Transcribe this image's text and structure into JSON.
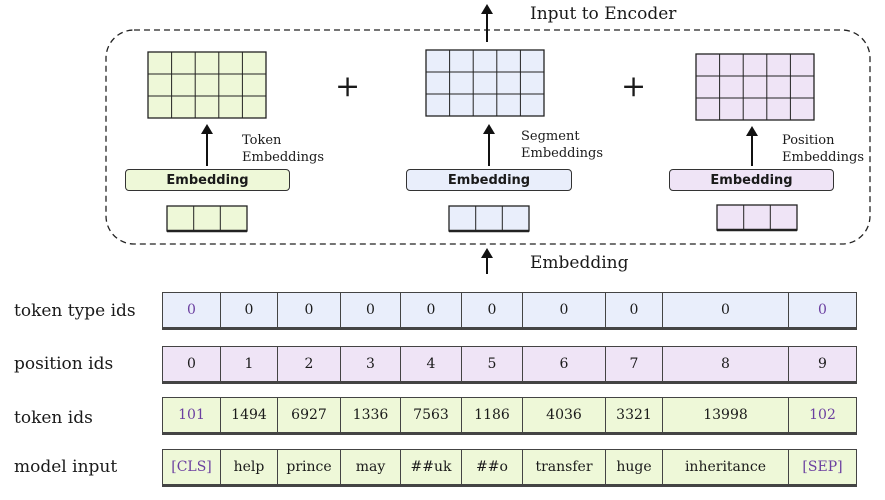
{
  "top_title": "Input to Encoder",
  "mid_label": "Embedding",
  "plus": "+",
  "embedding_blocks": [
    {
      "label_line1": "Token",
      "label_line2": "Embeddings",
      "button": "Embedding",
      "color": "#eef8d8"
    },
    {
      "label_line1": "Segment",
      "label_line2": "Embeddings",
      "button": "Embedding",
      "color": "#e9eefb"
    },
    {
      "label_line1": "Position",
      "label_line2": "Embeddings",
      "button": "Embedding",
      "color": "#efe4f6"
    }
  ],
  "rows": [
    {
      "label": "token type ids",
      "color": "#e9eefb",
      "cells": [
        "0",
        "0",
        "0",
        "0",
        "0",
        "0",
        "0",
        "0",
        "0",
        "0"
      ]
    },
    {
      "label": "position ids",
      "color": "#efe4f6",
      "cells": [
        "0",
        "1",
        "2",
        "3",
        "4",
        "5",
        "6",
        "7",
        "8",
        "9"
      ]
    },
    {
      "label": "token ids",
      "color": "#eef8d8",
      "cells": [
        "101",
        "1494",
        "6927",
        "1336",
        "7563",
        "1186",
        "4036",
        "3321",
        "13998",
        "102"
      ]
    },
    {
      "label": "model input",
      "color": "#eef8d8",
      "cells": [
        "[CLS]",
        "help",
        "prince",
        "may",
        "##uk",
        "##o",
        "transfer",
        "huge",
        "inheritance",
        "[SEP]"
      ]
    }
  ],
  "special_cells": {
    "row0": [
      0,
      9
    ],
    "row2": [
      0,
      9
    ],
    "row3": [
      0,
      9
    ]
  }
}
